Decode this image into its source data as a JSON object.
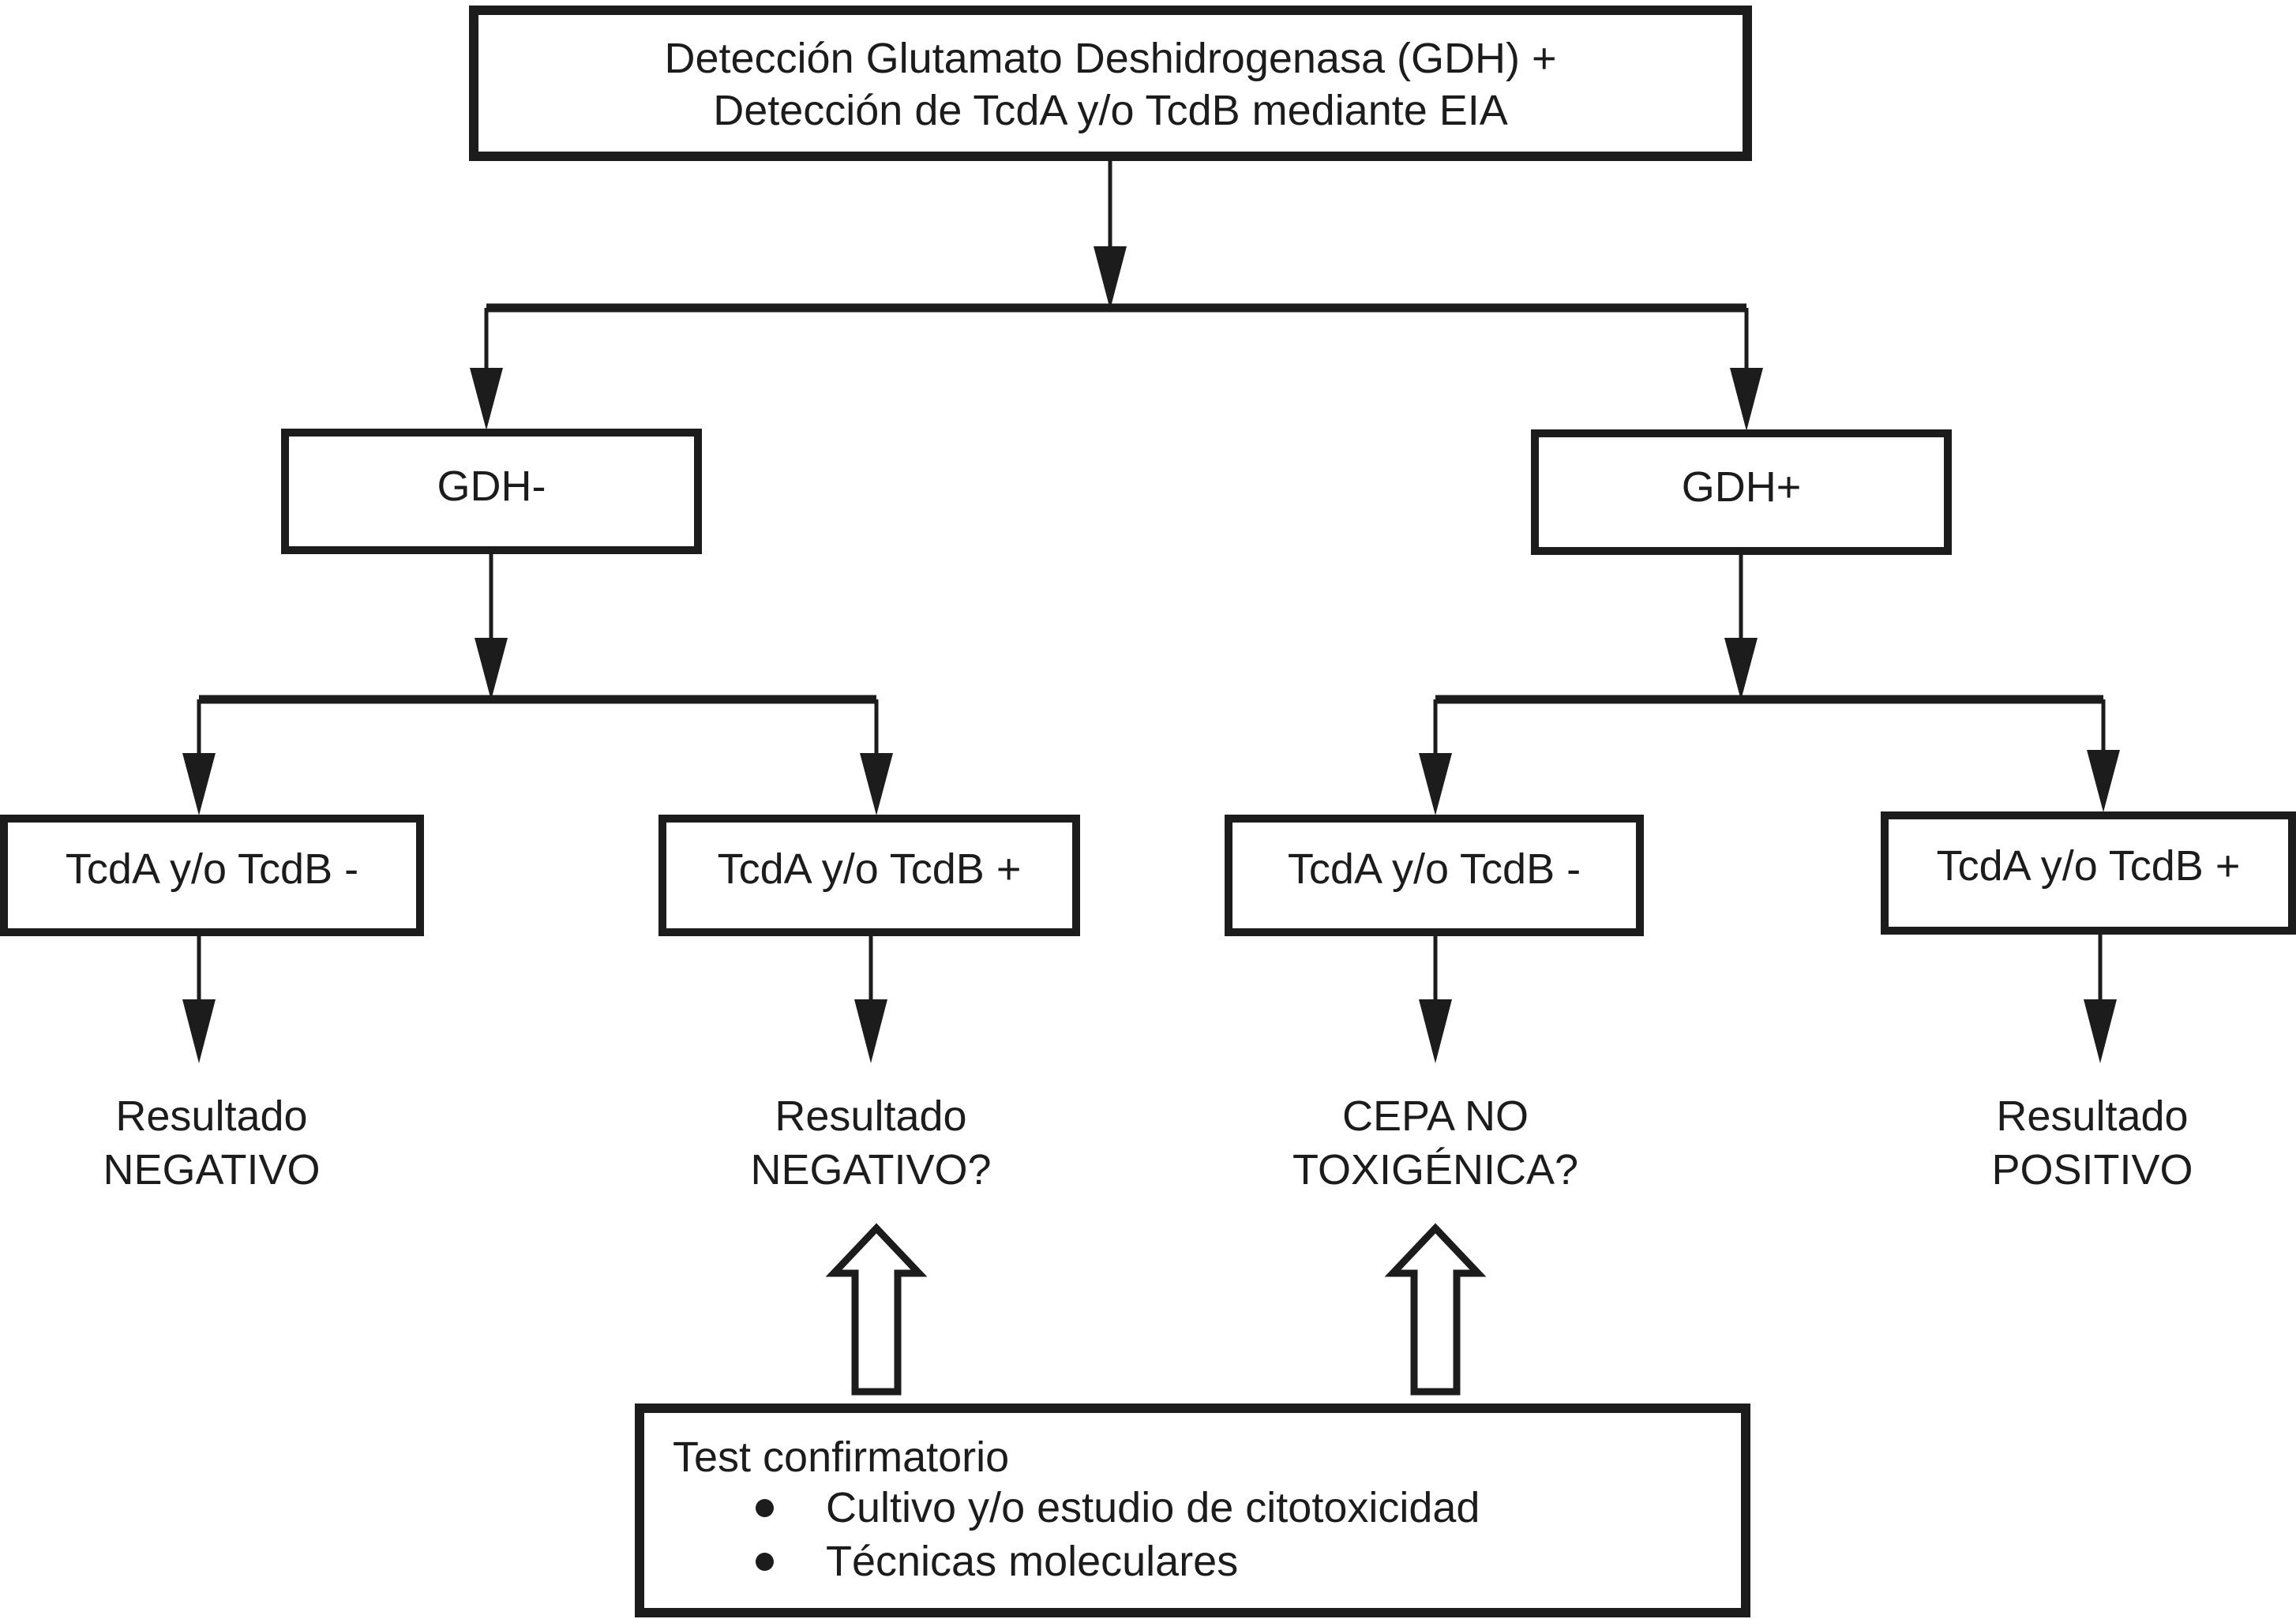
{
  "figure": {
    "background": "#ffffff",
    "line_color": "#1c1c1c",
    "text_color": "#1c1c1c",
    "title_box": {
      "line1": "Detección Glutamato Deshidrogenasa (GDH) +",
      "line2": "Detección de TcdA y/o TcdB mediante EIA"
    },
    "gdh_negative_box": {
      "label": "GDH-"
    },
    "gdh_positive_box": {
      "label": "GDH+"
    },
    "toxin_boxes": [
      {
        "label": "TcdA y/o TcdB -"
      },
      {
        "label": "TcdA y/o TcdB +"
      },
      {
        "label": "TcdA y/o TcdB -"
      },
      {
        "label": "TcdA y/o TcdB +"
      }
    ],
    "results": [
      {
        "line1": "Resultado",
        "line2": "NEGATIVO"
      },
      {
        "line1": "Resultado",
        "line2": "NEGATIVO?"
      },
      {
        "line1": "CEPA NO",
        "line2": "TOXIGÉNICA?"
      },
      {
        "line1": "Resultado",
        "line2": "POSITIVO"
      }
    ],
    "confirmatory_box": {
      "title": "Test confirmatorio",
      "bullets": [
        "Cultivo y/o estudio de citotoxicidad",
        "Técnicas moleculares"
      ]
    }
  }
}
